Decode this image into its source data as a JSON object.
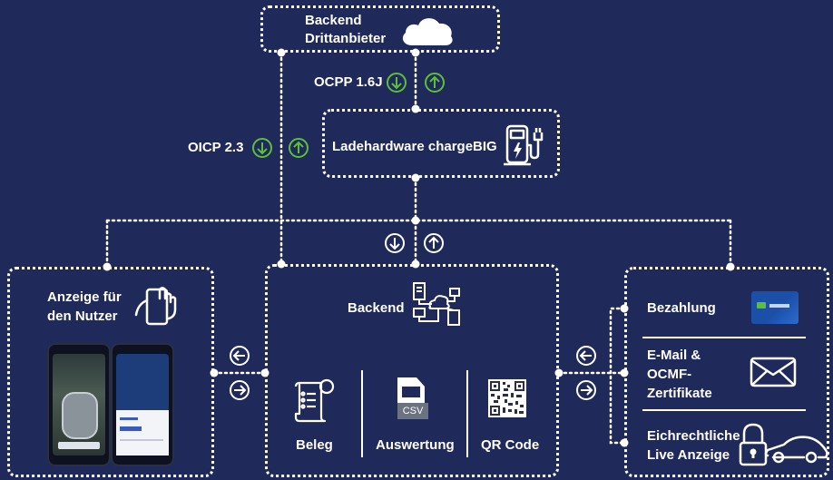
{
  "colors": {
    "background": "#1f2a5a",
    "line": "#ffffff",
    "accent_green": "#5bbf3a"
  },
  "backend_third": {
    "line1": "Backend",
    "line2": "Drittanbieter",
    "icon": "cloud-icon"
  },
  "ocpp": {
    "label": "OCPP 1.6J"
  },
  "oicp": {
    "label": "OICP 2.3"
  },
  "hardware": {
    "label": "Ladehardware chargeBIG",
    "icon": "charging-station-icon"
  },
  "user_display": {
    "line1": "Anzeige für",
    "line2": "den Nutzer",
    "icon": "phone-tap-icon"
  },
  "backend": {
    "label": "Backend",
    "icon": "network-icon",
    "items": [
      {
        "label": "Beleg",
        "icon": "receipt-icon"
      },
      {
        "label": "Auswertung",
        "icon": "csv-file-icon",
        "badge": "CSV"
      },
      {
        "label": "QR Code",
        "icon": "qr-code-icon"
      }
    ]
  },
  "right": {
    "payment": "Bezahlung",
    "email": {
      "line1": "E-Mail &",
      "line2": "OCMF-",
      "line3": "Zertifikate"
    },
    "live": {
      "line1": "Eichrechtliche",
      "line2": "Live Anzeige"
    }
  }
}
